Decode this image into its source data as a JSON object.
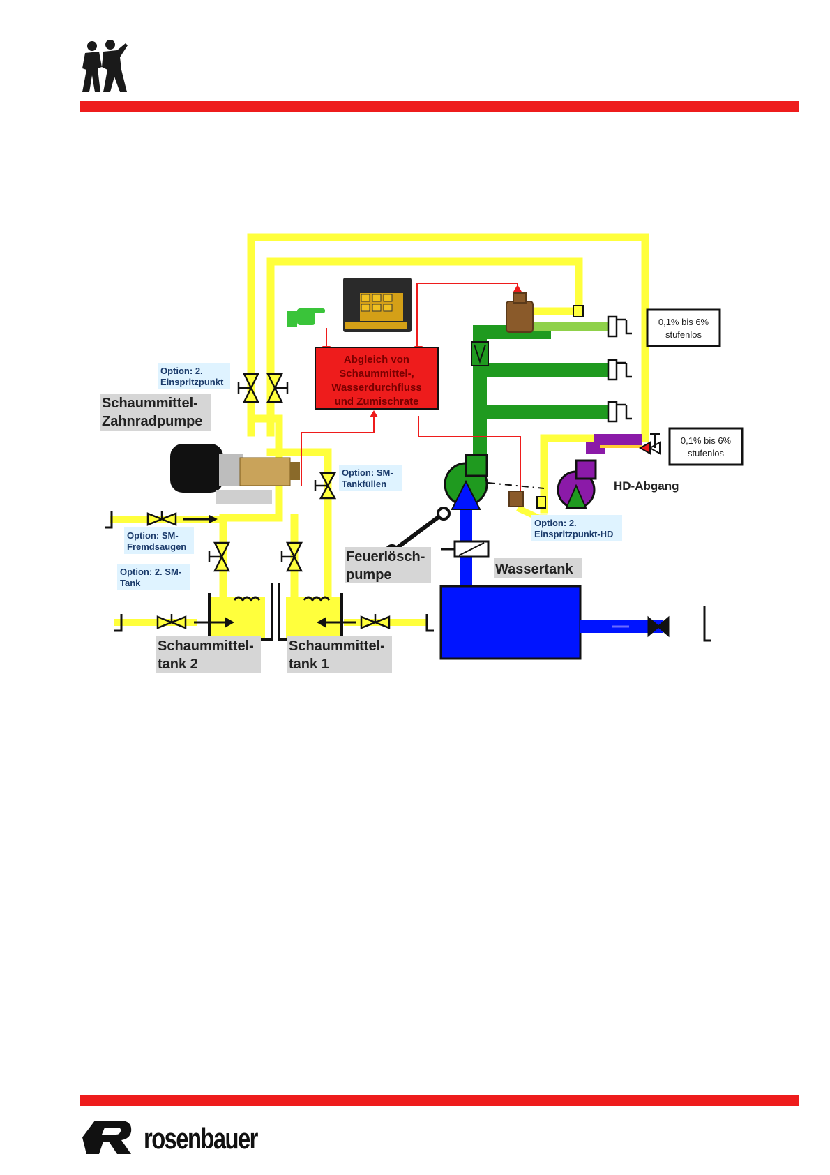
{
  "colors": {
    "red_bar": "#ee1c1c",
    "foam_line": "#ffff3c",
    "water_line": "#1f9a1f",
    "tank_water": "#0014ff",
    "control_box": "#ee1c1c",
    "hp_pump": "#8b1aa8",
    "callout_bg": "#dff3ff",
    "label_bg": "#d6d6d6"
  },
  "header": {
    "logo_icon": "firefighters-silhouette-icon"
  },
  "footer": {
    "brand_icon": "rosenbauer-r-logo-icon",
    "brand_text": "rosenbauer"
  },
  "diagram": {
    "control_box": {
      "line1": "Abgleich von",
      "line2": "Schaummittel-,",
      "line3": "Wasserdurchfluss",
      "line4": "und Zumischrate"
    },
    "labels": {
      "gear_pump_1": "Schaummittel-",
      "gear_pump_2": "Zahnradpumpe",
      "fire_pump_1": "Feuerlösch-",
      "fire_pump_2": "pumpe",
      "water_tank": "Wassertank",
      "foam_tank2_1": "Schaummittel-",
      "foam_tank2_2": "tank 2",
      "foam_tank1_1": "Schaummittel-",
      "foam_tank1_2": "tank 1",
      "hd_outlet": "HD-Abgang"
    },
    "callouts": {
      "opt_injection_1": "Option: 2.",
      "opt_injection_2": "Einspritzpunkt",
      "opt_tankfill_1": "Option: SM-",
      "opt_tankfill_2": "Tankfüllen",
      "opt_external_1": "Option: SM-",
      "opt_external_2": "Fremdsaugen",
      "opt_tank2_1": "Option: 2. SM-",
      "opt_tank2_2": "Tank",
      "opt_hd_1": "Option: 2.",
      "opt_hd_2": "Einspritzpunkt-HD"
    },
    "range_boxes": {
      "upper_1": "0,1% bis 6%",
      "upper_2": "stufenlos",
      "lower_1": "0,1% bis 6%",
      "lower_2": "stufenlos"
    }
  }
}
